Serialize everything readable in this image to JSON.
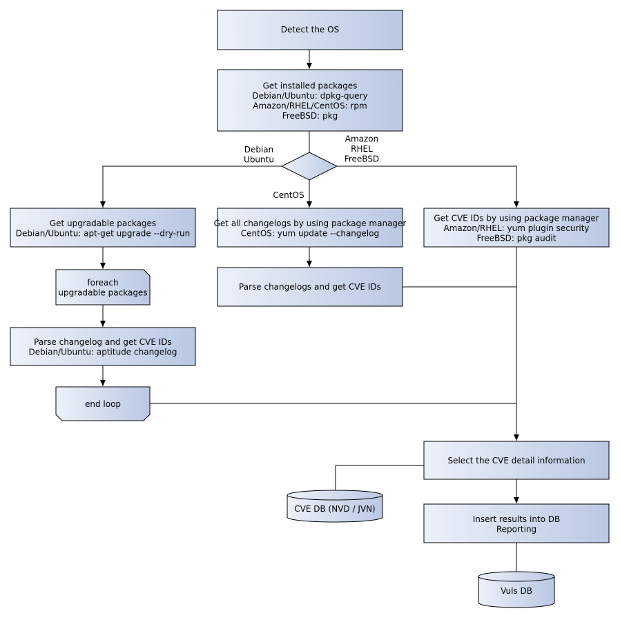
{
  "nodes": {
    "detect_os": {
      "lines": [
        "Detect the OS"
      ]
    },
    "installed": {
      "lines": [
        "Get installed packages",
        "Debian/Ubuntu: dpkg-query",
        "Amazon/RHEL/CentOS: rpm",
        "FreeBSD: pkg"
      ]
    },
    "upgradable": {
      "lines": [
        "Get upgradable packages",
        "Debian/Ubuntu: apt-get upgrade --dry-run"
      ]
    },
    "foreach": {
      "lines": [
        "foreach",
        "upgradable  packages"
      ]
    },
    "parse_debian": {
      "lines": [
        "Parse changelog and get  CVE IDs",
        "Debian/Ubuntu: aptitude changelog"
      ]
    },
    "end_loop": {
      "lines": [
        "end loop"
      ]
    },
    "all_changelogs": {
      "lines": [
        "Get all changelogs by using package manager",
        "CentOS: yum update --changelog"
      ]
    },
    "parse_centos": {
      "lines": [
        "Parse changelogs and get CVE IDs"
      ]
    },
    "cve_pkgmgr": {
      "lines": [
        "Get CVE IDs by using package manager",
        "Amazon/RHEL: yum plugin security",
        "FreeBSD: pkg audit"
      ]
    },
    "select_cve": {
      "lines": [
        "Select the CVE detail information"
      ]
    },
    "insert_results": {
      "lines": [
        "Insert results into DB",
        "Reporting"
      ]
    },
    "cve_db": {
      "lines": [
        "CVE DB (NVD / JVN)"
      ]
    },
    "vuls_db": {
      "lines": [
        "Vuls DB"
      ]
    }
  },
  "branch_labels": {
    "debian": [
      "Debian",
      "Ubuntu"
    ],
    "centos": [
      "CentOS"
    ],
    "amazon": [
      "Amazon",
      "RHEL",
      "FreeBSD"
    ]
  },
  "colors": {
    "box_fill_start": "#edf1f9",
    "box_fill_end": "#b9c8e3",
    "stroke": "#000000"
  }
}
